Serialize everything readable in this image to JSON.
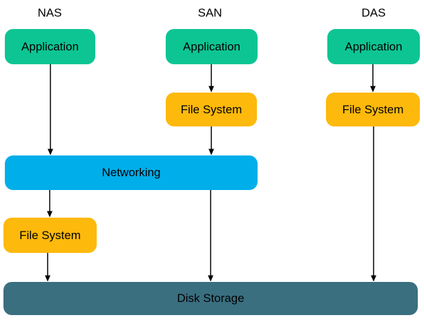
{
  "diagram": {
    "columns": [
      {
        "id": "nas",
        "header": "NAS"
      },
      {
        "id": "san",
        "header": "SAN"
      },
      {
        "id": "das",
        "header": "DAS"
      }
    ],
    "node_labels": {
      "nas_application": "Application",
      "san_application": "Application",
      "das_application": "Application",
      "san_file_system": "File System",
      "das_file_system": "File System",
      "networking": "Networking",
      "nas_file_system": "File System",
      "disk_storage": "Disk Storage"
    },
    "colors": {
      "application": "#0dc593",
      "file_system": "#fdb90c",
      "networking": "#00aeea",
      "disk_storage": "#3a6f80",
      "connector": "#000000",
      "text": "#000000",
      "background": "#ffffff"
    }
  }
}
